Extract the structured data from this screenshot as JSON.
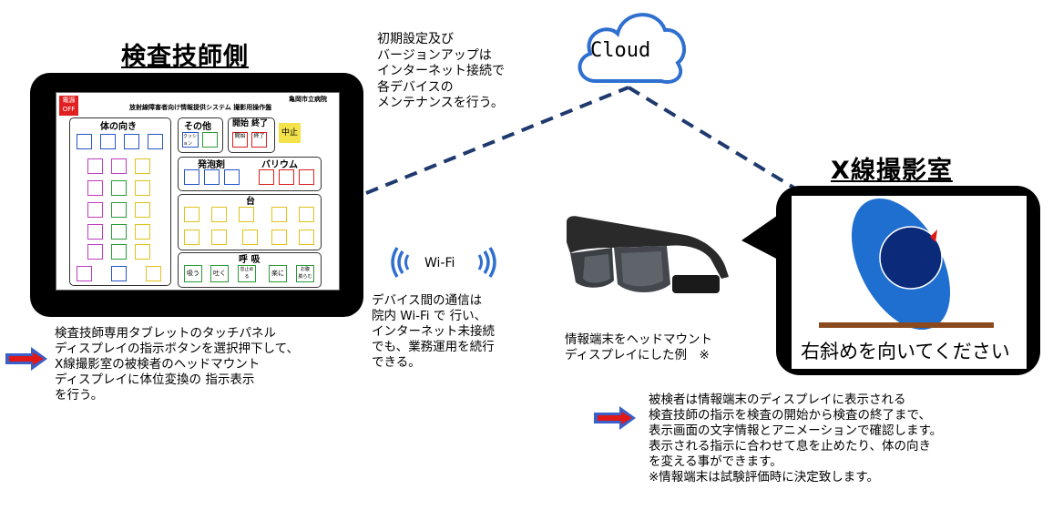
{
  "left": {
    "title": "検査技師側",
    "tablet": {
      "power_button": "電源\nOFF",
      "screen_title": "放射線障害者向け情報提供システム 撮影用操作盤",
      "hospital": "亀岡市立病院",
      "sections": {
        "body_direction": "体の向き",
        "other": "その他",
        "start_end": "開始 終了",
        "foaming": "発泡剤",
        "barium": "バリウム",
        "table": "台",
        "breathing": "呼 吸"
      },
      "buttons": {
        "start": "開始",
        "end": "終了",
        "stop": "中止",
        "cushion": "クッション",
        "breath": [
          "吸う",
          "吐く",
          "息止める",
          "楽に",
          "お腹\n膨らむ"
        ]
      }
    },
    "description": "検査技師専用タブレットのタッチパネル\nディスプレイの指示ボタンを選択押下して、\nX線撮影室の被検者のヘッドマウント\nディスプレイに体位変換の 指示表示\nを行う。"
  },
  "center": {
    "cloud_label": "Cloud",
    "maintenance_text": "初期設定及び\nバージョンアップは\nインターネット接続で\n各デバイスの\nメンテナンスを行う。",
    "wifi_label": "Wi-Fi",
    "wifi_text": "デバイス間の通信は\n院内 Wi-Fi で 行い、\nインターネット未接続\nでも、業務運用を続行\nできる。",
    "hmd_caption": "情報端末をヘッドマウント\nディスプレイにした例　※"
  },
  "right": {
    "title": "X線撮影室",
    "screen_text": "右斜めを向いてください",
    "description": "被検者は情報端末のディスプレイに表示される\n検査技師の指示を検査の開始から検査の終了まで、\n表示画面の文字情報とアニメーションで確認します。\n表示される指示に合わせて息を止めたり、体の向き\nを変える事ができます。\n※情報端末は試験評価時に決定致します。"
  },
  "colors": {
    "dashed_line": "#1f3a6e",
    "arrow_body": "#3a5fc8",
    "arrow_tip": "#e01818",
    "ellipse": "#1f6fd0",
    "circle": "#0c2a7a",
    "table_bar": "#8b4a1e",
    "wifi_waves": "#2f6fd0"
  }
}
